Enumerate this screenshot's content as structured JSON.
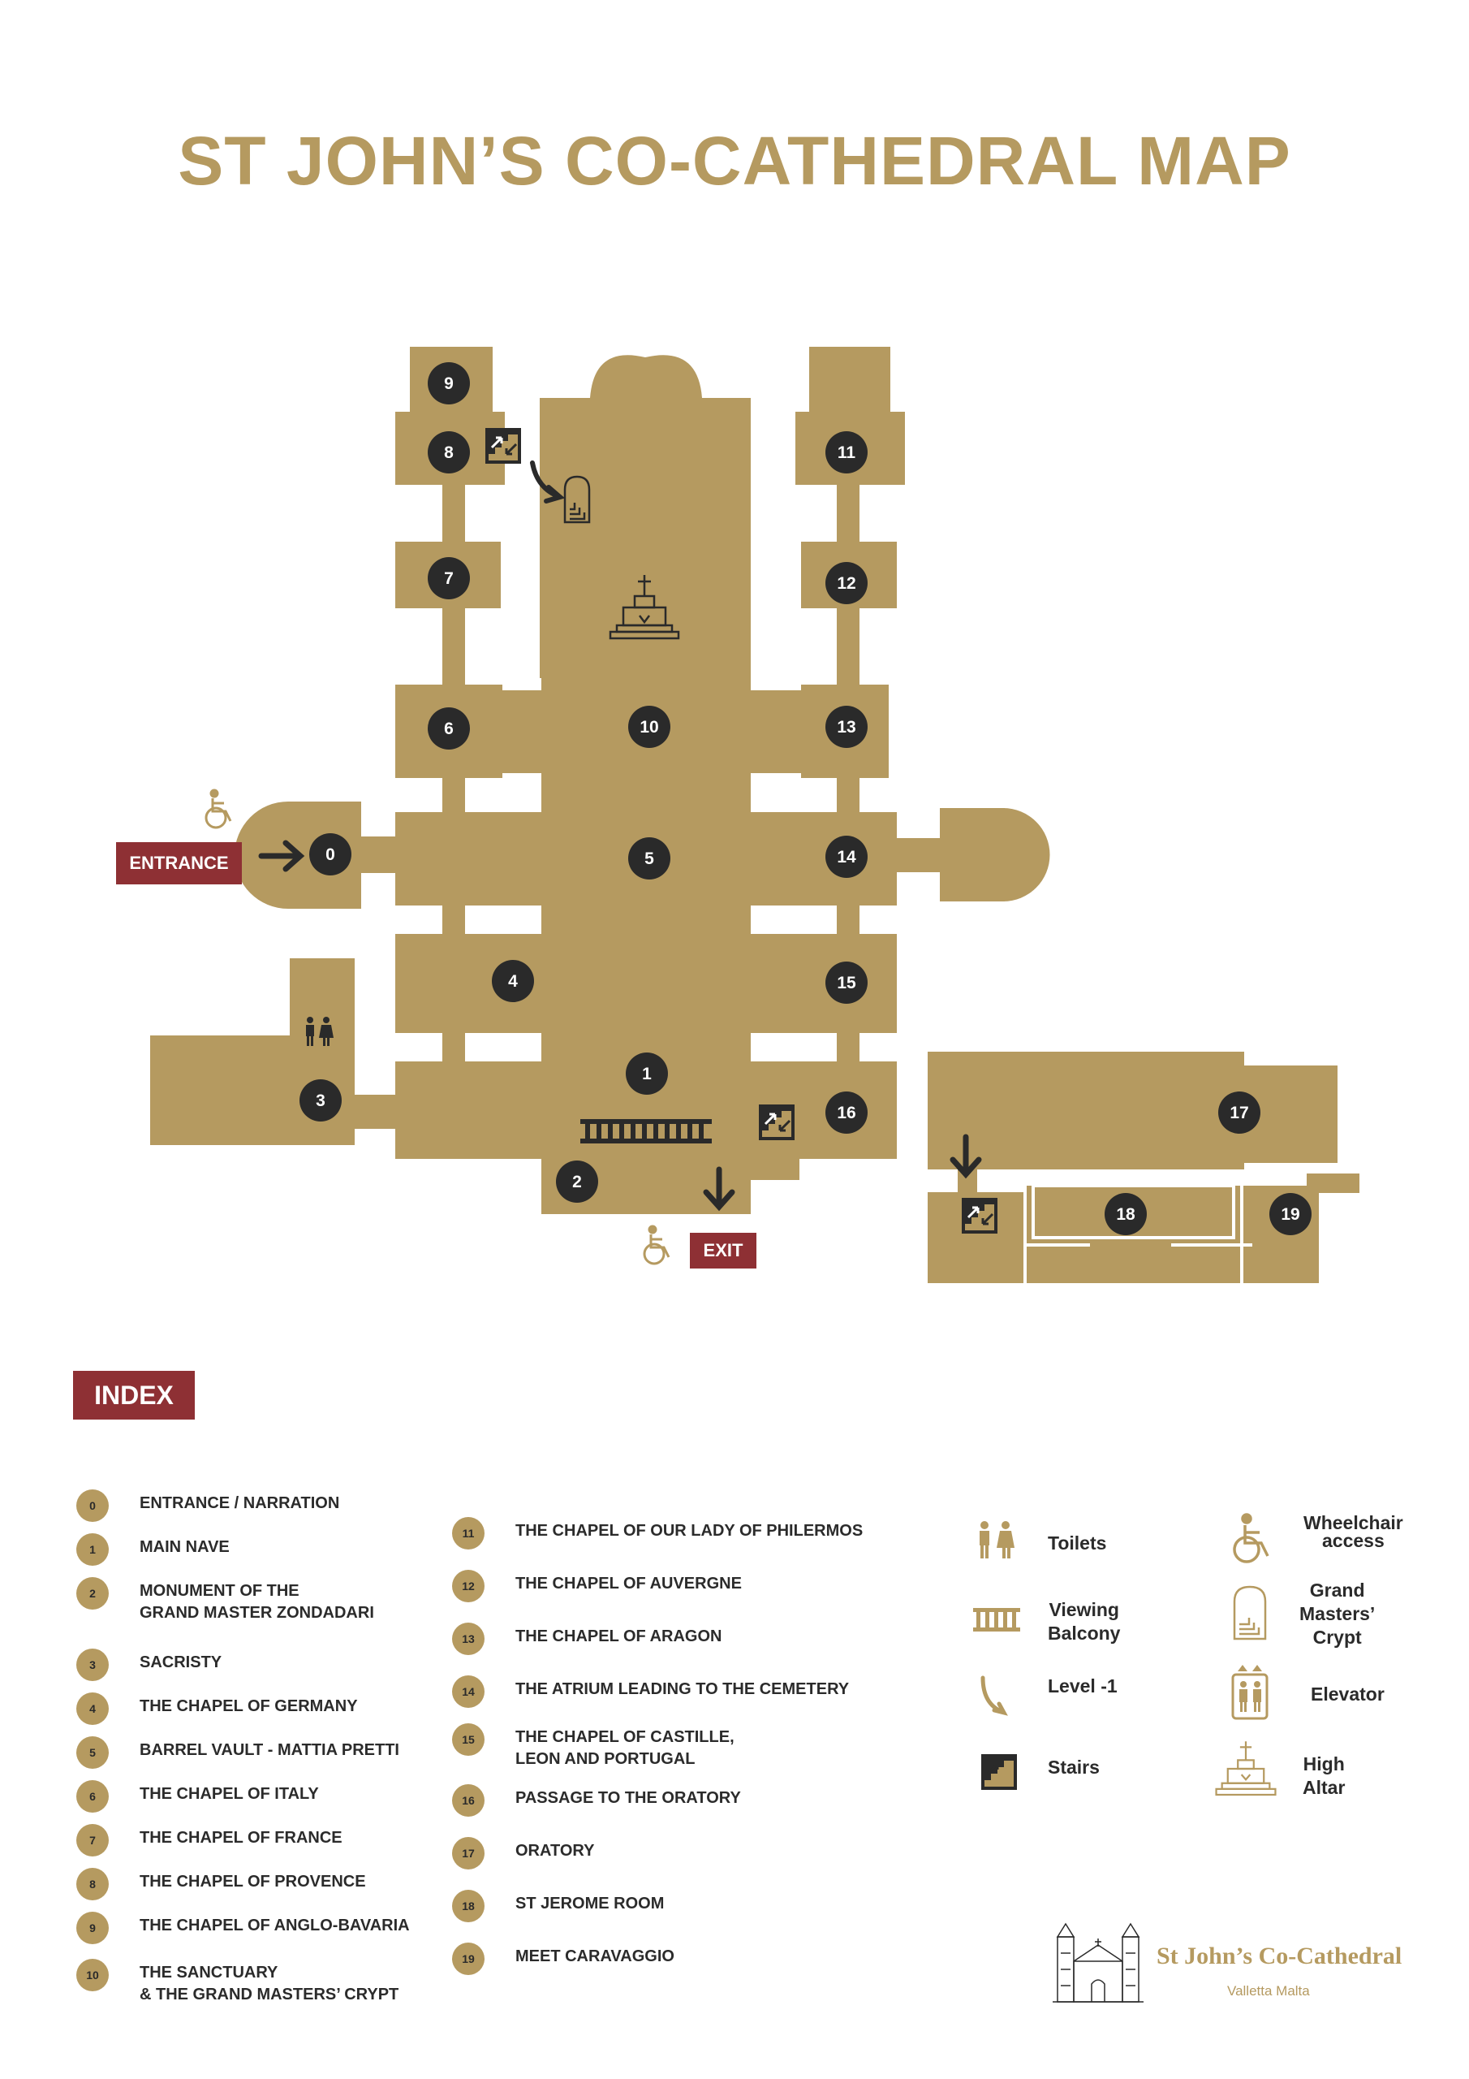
{
  "title": "ST JOHN’S CO-CATHEDRAL MAP",
  "colors": {
    "gold": "#b59a60",
    "dark": "#2a2a2a",
    "red": "#8e3034"
  },
  "map": {
    "entrance_label": "ENTRANCE",
    "exit_label": "EXIT",
    "markers": [
      "0",
      "1",
      "2",
      "3",
      "4",
      "5",
      "6",
      "7",
      "8",
      "9",
      "10",
      "11",
      "12",
      "13",
      "14",
      "15",
      "16",
      "17",
      "18",
      "19"
    ],
    "icons": [
      "wheelchair-icon",
      "stairs-icon",
      "stairs-down-arrow-icon",
      "grand-masters-crypt-icon",
      "high-altar-icon",
      "viewing-balcony-icon",
      "toilets-icon",
      "entrance-arrow-icon",
      "exit-arrow-icon",
      "level-minus-one-arrow-icon"
    ]
  },
  "index": {
    "heading": "INDEX",
    "items": [
      {
        "num": "0",
        "label": "ENTRANCE / NARRATION"
      },
      {
        "num": "1",
        "label": "MAIN NAVE"
      },
      {
        "num": "2",
        "label": "MONUMENT OF THE\nGRAND MASTER ZONDADARI"
      },
      {
        "num": "3",
        "label": "SACRISTY"
      },
      {
        "num": "4",
        "label": "THE CHAPEL OF GERMANY"
      },
      {
        "num": "5",
        "label": "BARREL VAULT - MATTIA PRETTI"
      },
      {
        "num": "6",
        "label": "THE CHAPEL OF ITALY"
      },
      {
        "num": "7",
        "label": "THE CHAPEL OF FRANCE"
      },
      {
        "num": "8",
        "label": "THE CHAPEL OF PROVENCE"
      },
      {
        "num": "9",
        "label": "THE CHAPEL OF ANGLO-BAVARIA"
      },
      {
        "num": "10",
        "label": "THE SANCTUARY\n& THE GRAND MASTERS’ CRYPT"
      },
      {
        "num": "11",
        "label": "THE CHAPEL OF OUR LADY OF PHILERMOS"
      },
      {
        "num": "12",
        "label": "THE CHAPEL OF AUVERGNE"
      },
      {
        "num": "13",
        "label": "THE CHAPEL OF ARAGON"
      },
      {
        "num": "14",
        "label": "THE ATRIUM LEADING TO THE CEMETERY"
      },
      {
        "num": "15",
        "label": "THE CHAPEL OF CASTILLE,\nLEON AND PORTUGAL"
      },
      {
        "num": "16",
        "label": "PASSAGE TO THE ORATORY"
      },
      {
        "num": "17",
        "label": "ORATORY"
      },
      {
        "num": "18",
        "label": "ST JEROME ROOM"
      },
      {
        "num": "19",
        "label": "MEET CARAVAGGIO"
      }
    ]
  },
  "legend": [
    {
      "icon": "toilets-icon",
      "label": "Toilets"
    },
    {
      "icon": "wheelchair-icon",
      "label": "Wheelchair\naccess"
    },
    {
      "icon": "viewing-balcony-icon",
      "label": "Viewing\nBalcony"
    },
    {
      "icon": "grand-masters-crypt-icon",
      "label": "Grand\nMasters’\nCrypt"
    },
    {
      "icon": "level-minus-one-icon",
      "label": "Level -1"
    },
    {
      "icon": "elevator-icon",
      "label": "Elevator"
    },
    {
      "icon": "stairs-icon",
      "label": "Stairs"
    },
    {
      "icon": "high-altar-icon",
      "label": "High\nAltar"
    }
  ],
  "footer": {
    "logo_name": "St John’s Co-Cathedral",
    "logo_place": "Valletta Malta"
  }
}
